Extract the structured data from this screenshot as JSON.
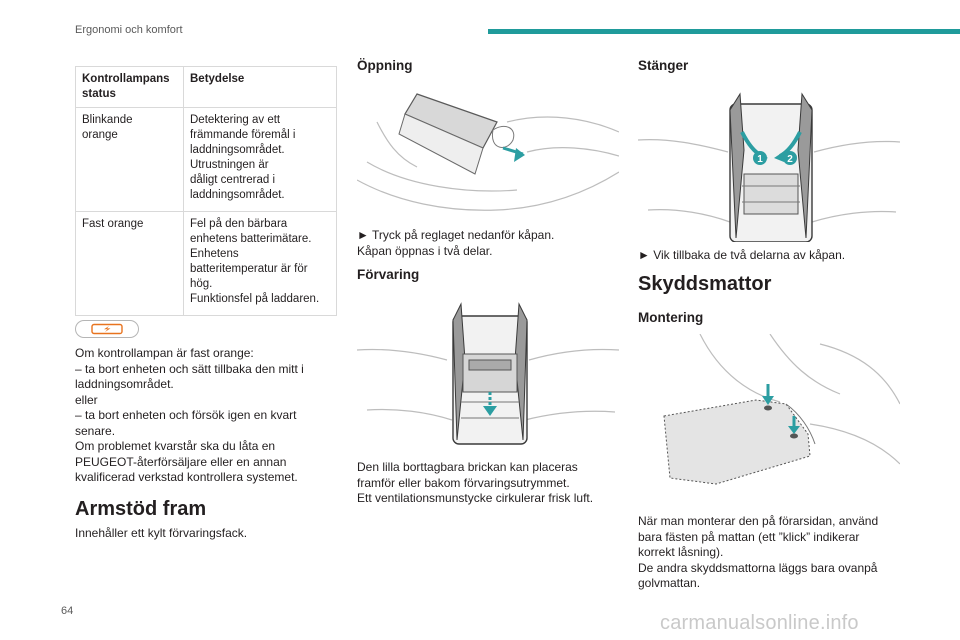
{
  "header": {
    "section": "Ergonomi och komfort"
  },
  "page_number": "64",
  "watermark": "carmanualsonline.info",
  "status_table": {
    "headers": [
      "Kontrollampans status",
      "Betydelse"
    ],
    "header_lines": [
      [
        "Kontrollampans",
        "status"
      ],
      [
        "Betydelse"
      ]
    ],
    "rows": [
      {
        "status_lines": [
          "Blinkande",
          "orange"
        ],
        "meaning_lines": [
          "Detektering av ett",
          "främmande föremål i",
          "laddningsområdet.",
          "Utrustningen är",
          "dåligt centrerad i",
          "laddningsområdet."
        ]
      },
      {
        "status_lines": [
          "Fast orange"
        ],
        "meaning_lines": [
          "Fel på den bärbara",
          "enhetens batterimätare.",
          "Enhetens",
          "batteritemperatur är för",
          "hög.",
          "Funktionsfel på laddaren."
        ]
      }
    ]
  },
  "indicator_icon": "wireless-charging-indicator-icon",
  "orange_instructions": [
    "Om kontrollampan är fast orange:",
    "–  ta bort enheten och sätt tillbaka den mitt i",
    "laddningsområdet.",
    "eller",
    "–  ta bort enheten och försök igen en kvart",
    "senare.",
    "Om problemet kvarstår ska du låta en",
    "PEUGEOT-återförsäljare eller en annan",
    "kvalificerad verkstad kontrollera systemet."
  ],
  "armrest": {
    "title": "Armstöd fram",
    "description": "Innehåller ett kylt förvaringsfack."
  },
  "opening": {
    "title": "Öppning",
    "lines": [
      "►  Tryck på reglaget nedanför kåpan.",
      "Kåpan öppnas i två delar."
    ]
  },
  "storage": {
    "title": "Förvaring",
    "lines": [
      "Den lilla borttagbara brickan kan placeras",
      "framför eller bakom förvaringsutrymmet.",
      "Ett ventilationsmunstycke cirkulerar frisk luft."
    ]
  },
  "closing": {
    "title": "Stänger",
    "lines": [
      "►  Vik tillbaka de två delarna av kåpan."
    ],
    "callouts": [
      "1",
      "2"
    ]
  },
  "mats": {
    "title": "Skyddsmattor",
    "mounting_title": "Montering",
    "lines": [
      "När man monterar den på förarsidan, använd",
      "bara fästen på mattan (ett ”klick” indikerar",
      "korrekt låsning).",
      "De andra skyddsmattorna läggs bara ovanpå",
      "golvmattan."
    ]
  },
  "colors": {
    "accent": "#1f9b9b",
    "indicator": "#e8731e",
    "text": "#231f20"
  }
}
